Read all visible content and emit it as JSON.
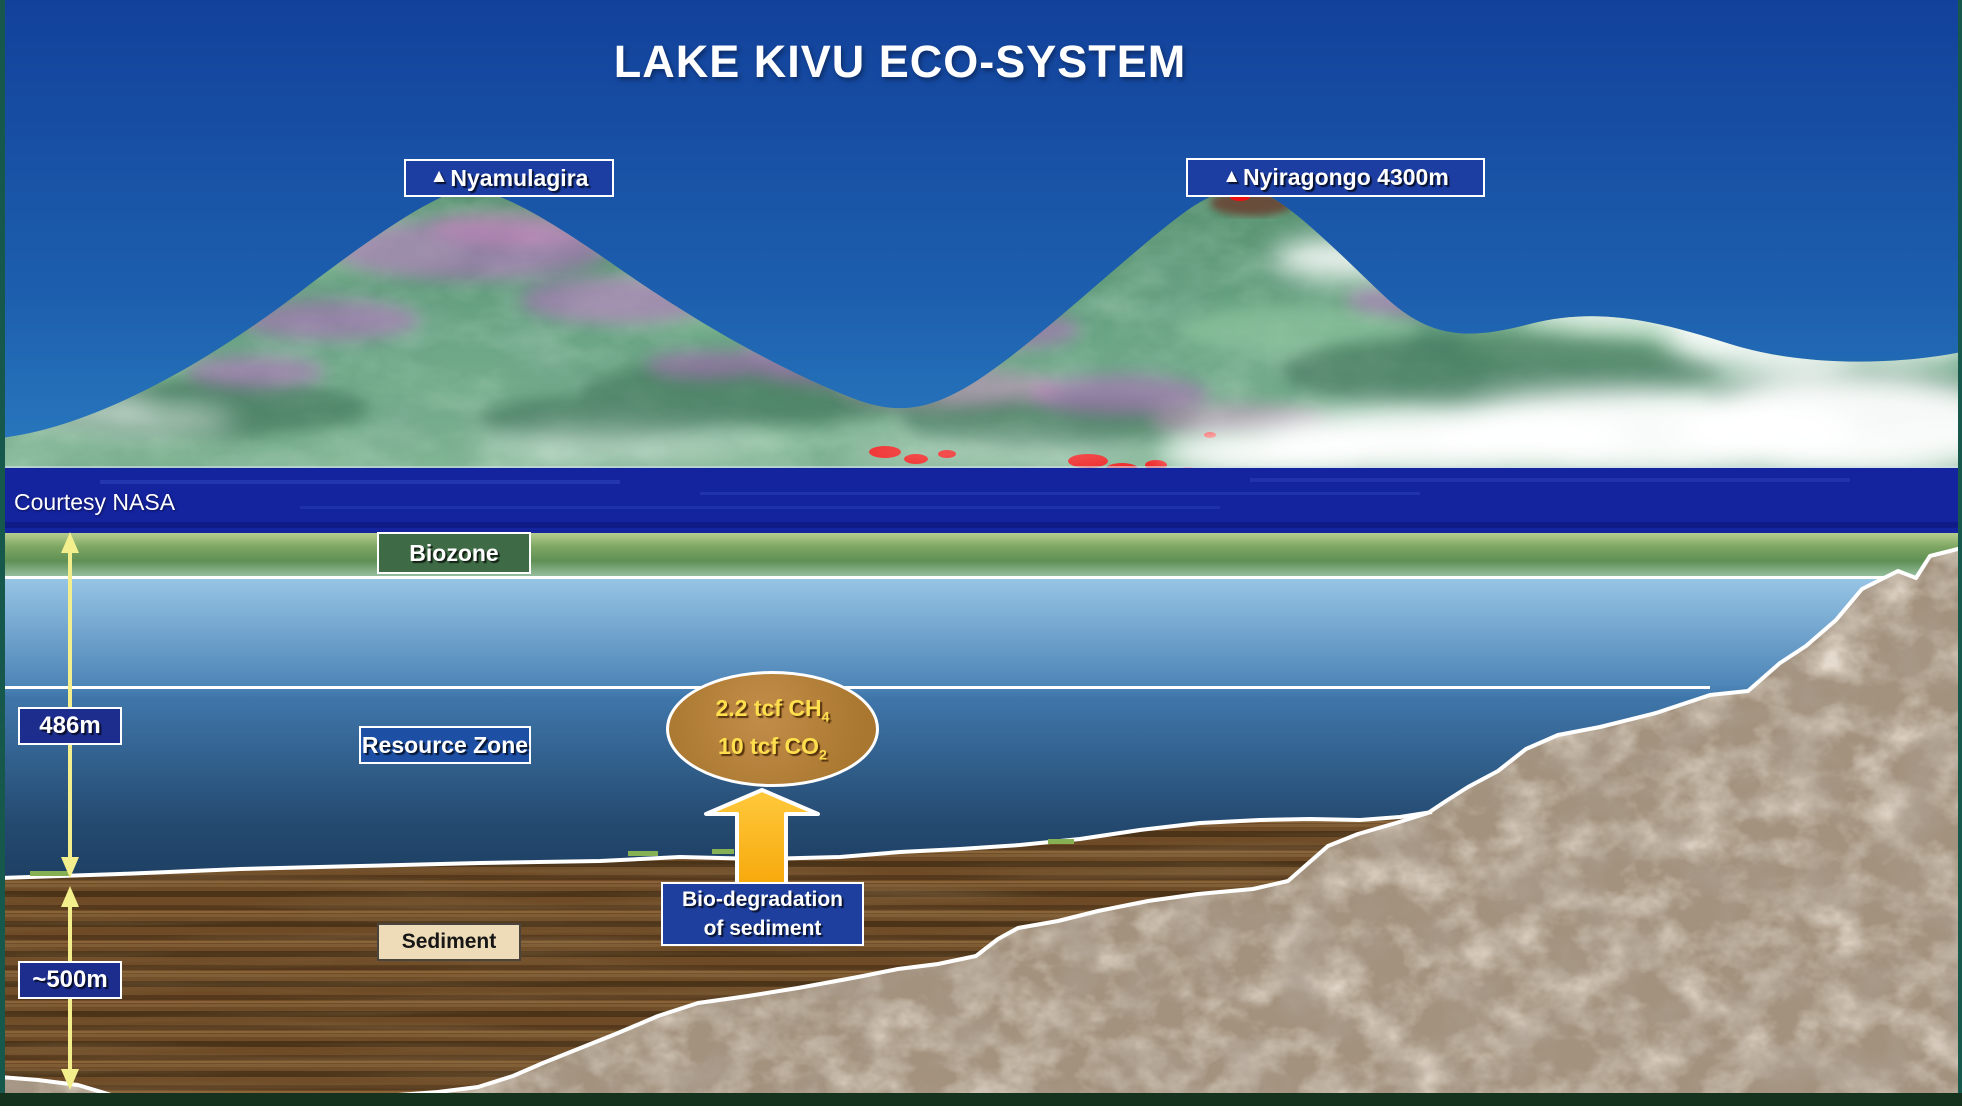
{
  "slide": {
    "title": "LAKE KIVU ECO-SYSTEM",
    "credit": "Courtesy NASA"
  },
  "volcanoes": [
    {
      "marker": "▲",
      "name": "Nyamulagira"
    },
    {
      "marker": "▲",
      "name": "Nyiragongo 4300m"
    }
  ],
  "zones": {
    "biozone": "Biozone",
    "resource_zone": "Resource Zone",
    "sediment": "Sediment"
  },
  "depths": {
    "water_depth": "486m",
    "sediment_depth": "~500m"
  },
  "gas_reserves": {
    "ch4_text": "2.2 tcf CH",
    "ch4_sub": "4",
    "co2_text": "10 tcf CO",
    "co2_sub": "2"
  },
  "process": {
    "line1": "Bio-degradation",
    "line2": "of sediment"
  },
  "colors": {
    "volcano_label_blue": "#1c3da2",
    "depth_label_navy": "#1c2d8e",
    "biozone_green": "#3e6b45",
    "resource_zone_blue": "#1d4fa5",
    "biodegradation_blue": "#1e3f9e",
    "sediment_label_beige": "#eedcb8",
    "gas_oval_brown": "#b07f3e",
    "gas_text_yellow": "#ffdf4e",
    "gas_arrow_gold": "#ffb60a",
    "depth_arrow_yellow": "#f3ef8c",
    "nasa_water_blue": "#14239e"
  }
}
